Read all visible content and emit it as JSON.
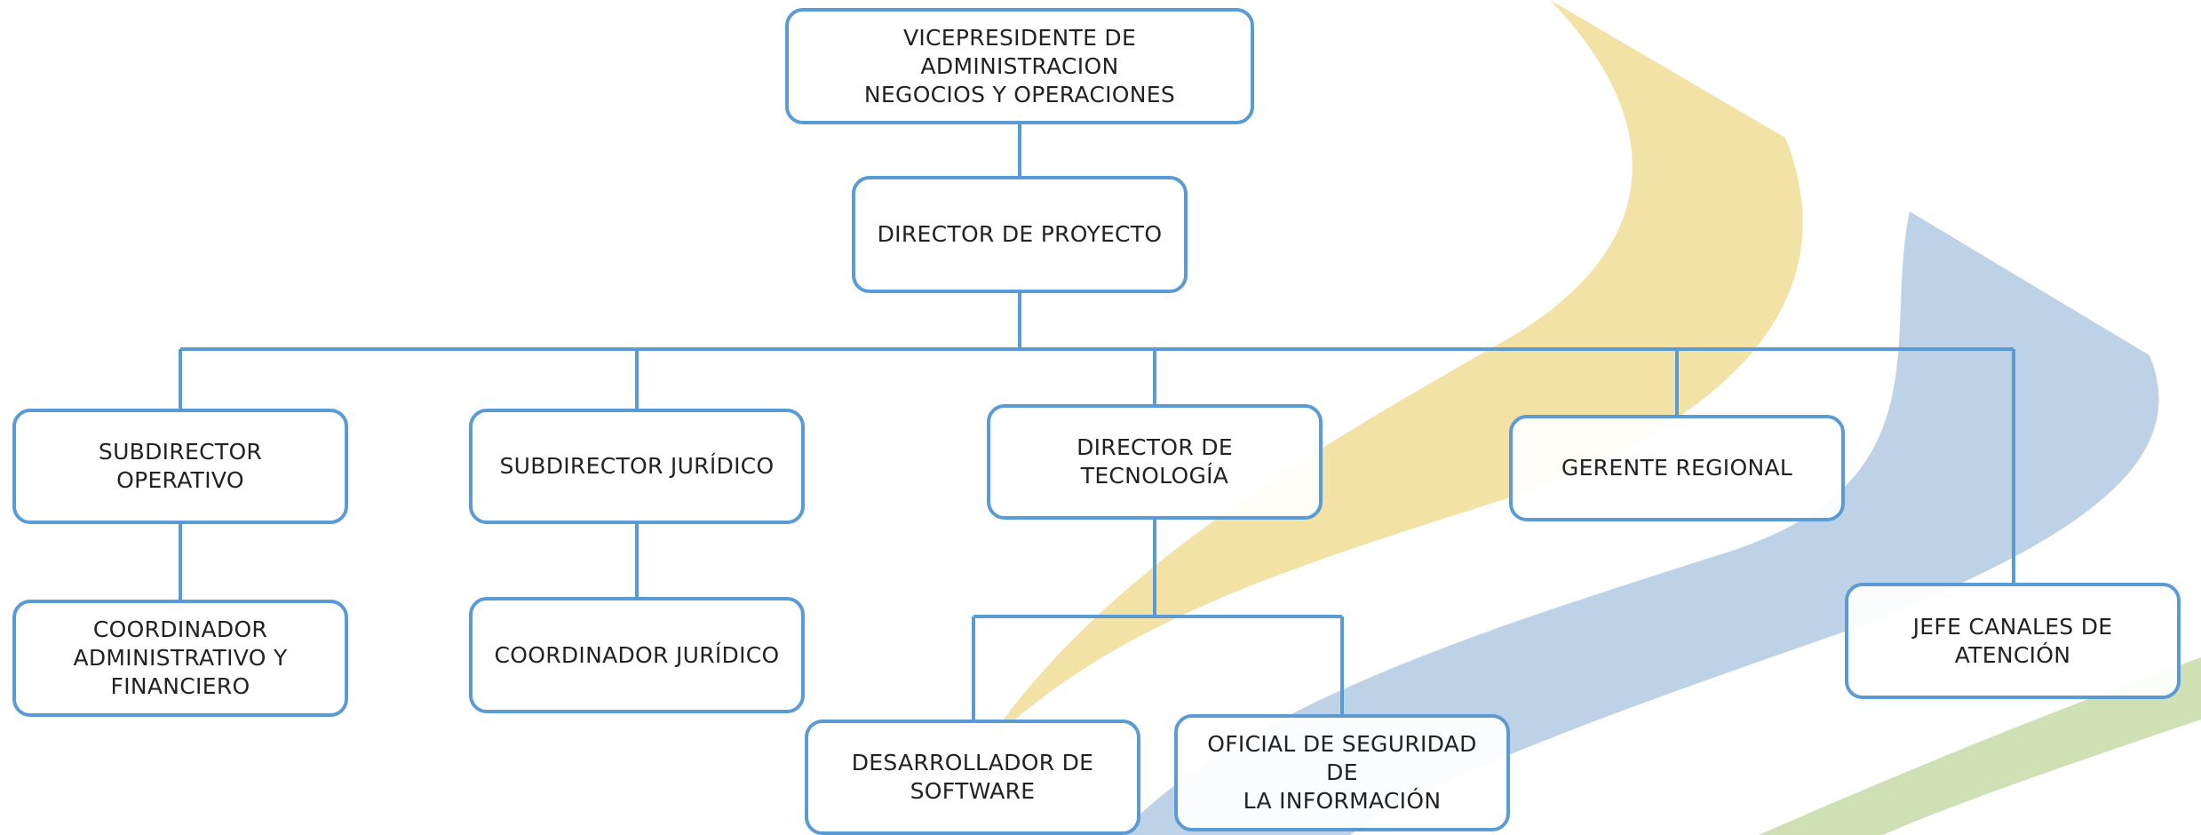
{
  "colors": {
    "box_border": "#5b9bd5",
    "connector": "#5b9bd5",
    "swoosh_yellow": "#f2e2a6",
    "swoosh_blue": "#bed2e7",
    "swoosh_green": "#cfe0b5"
  },
  "nodes": {
    "vp": "VICEPRESIDENTE DE ADMINISTRACION\nNEGOCIOS Y OPERACIONES",
    "director_proyecto": "DIRECTOR DE PROYECTO",
    "subdirector_operativo": "SUBDIRECTOR OPERATIVO",
    "subdirector_juridico": "SUBDIRECTOR JURÍDICO",
    "director_tecnologia": "DIRECTOR DE\nTECNOLOGÍA",
    "gerente_regional": "GERENTE REGIONAL",
    "jefe_canales": "JEFE CANALES DE\nATENCIÓN",
    "coordinador_admin": "COORDINADOR\nADMINISTRATIVO Y\nFINANCIERO",
    "coordinador_juridico": "COORDINADOR JURÍDICO",
    "desarrollador": "DESARROLLADOR DE\nSOFTWARE",
    "oficial_seguridad": "OFICIAL DE SEGURIDAD DE\nLA INFORMACIÓN"
  }
}
